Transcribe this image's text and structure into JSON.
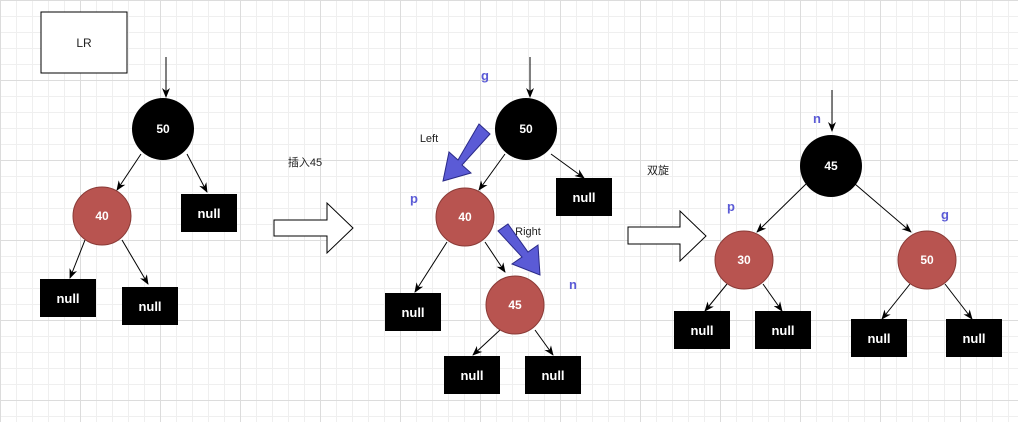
{
  "title_box": "LR",
  "null_label": "null",
  "annotations": {
    "insert": "插入45",
    "double_rotation": "双旋",
    "left": "Left",
    "right": "Right"
  },
  "stage1": {
    "root": "50",
    "left": "40"
  },
  "stage2": {
    "root": "50",
    "left": "40",
    "new_node": "45",
    "roles": {
      "g": "g",
      "p": "p",
      "n": "n"
    }
  },
  "stage3": {
    "root": "45",
    "left": "30",
    "right": "50",
    "roles": {
      "n": "n",
      "p": "p",
      "g": "g"
    }
  },
  "colors": {
    "black_node": "#000000",
    "red_node": "#b85450",
    "role_label": "#5b5bd6",
    "rotation_arrow": "#5b5bd6"
  }
}
